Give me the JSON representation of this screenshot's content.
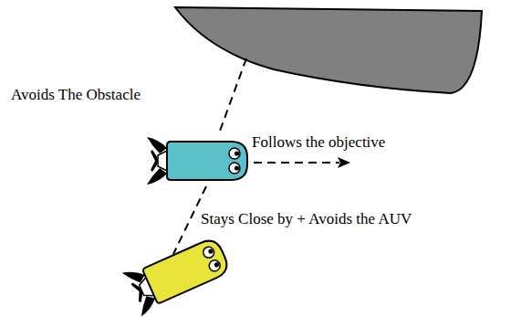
{
  "diagram": {
    "labels": [
      "Avoids The Obstacle",
      "Follows the objective",
      "Stays Close by + Avoids the AUV"
    ]
  }
}
